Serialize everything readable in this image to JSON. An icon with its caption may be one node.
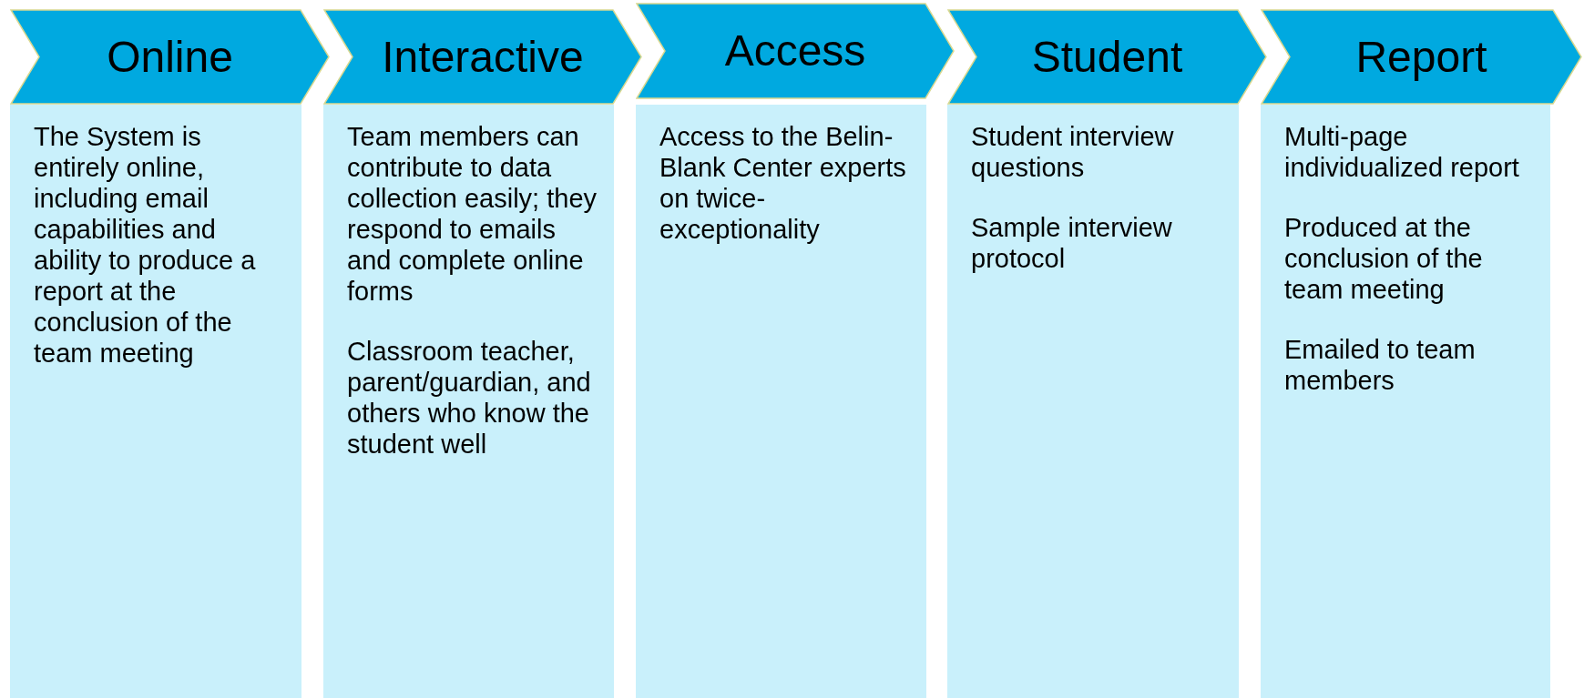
{
  "diagram": {
    "nodes": [
      {
        "text": [
          "Online"
        ]
      },
      {
        "text": [
          "The System is entirely online, including email capabilities and ability to produce a report at the conclusion of the team meeting"
        ]
      },
      {
        "text": [
          "Interactive"
        ]
      },
      {
        "text": [
          "Team members can contribute to data collection easily; they respond to emails and complete online forms",
          "Classroom teacher, parent/guardian, and others who know the student well"
        ]
      },
      {
        "text": [
          "Access"
        ]
      },
      {
        "text": [
          "Access to the Belin-Blank Center experts on twice-exceptionality"
        ]
      },
      {
        "text": [
          "Student"
        ]
      },
      {
        "text": [
          "Student interview questions",
          "Sample interview protocol"
        ]
      },
      {
        "text": [
          "Report"
        ]
      },
      {
        "text": [
          "Multi-page individualized report",
          "Produced at the conclusion of the team meeting",
          "Emailed to team members"
        ]
      }
    ]
  }
}
